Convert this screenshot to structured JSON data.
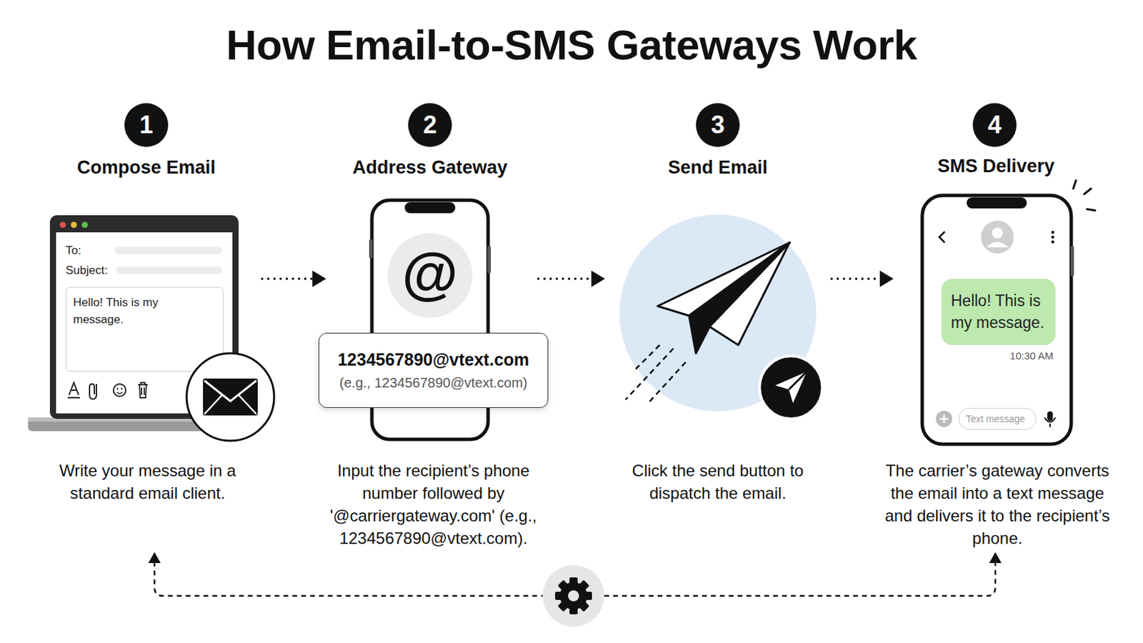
{
  "diagram": {
    "title": "How Email-to-SMS Gateways Work",
    "nodes": [
      {
        "text": [
          "1"
        ]
      },
      {
        "text": [
          "2"
        ]
      },
      {
        "text": [
          "3"
        ]
      },
      {
        "text": [
          "4"
        ]
      },
      {
        "text": [
          "To:",
          "Subject:"
        ]
      },
      {
        "text": [
          "Hello! This is my message."
        ],
        "in": 4
      },
      {
        "text": [
          "@"
        ]
      },
      {
        "text": [
          "1234567890@vtext.com",
          "(e.g., 1234567890@vtext.com)"
        ]
      },
      {
        "text": [
          "Hello! This is my message."
        ]
      },
      {
        "text": [
          "Text message"
        ]
      }
    ],
    "labels": [
      "Compose Email",
      "Address Gateway",
      "Send Email",
      "SMS Delivery",
      "Write your message in a standard email client.",
      "Input the recipient’s phone number followed by '@carriergateway.com' (e.g., 1234567890@vtext.com).",
      "Click the send button to dispatch the email.",
      "The carrier’s gateway converts the email into a text message and delivers it to the recipient’s phone.",
      "10:30 AM"
    ]
  }
}
